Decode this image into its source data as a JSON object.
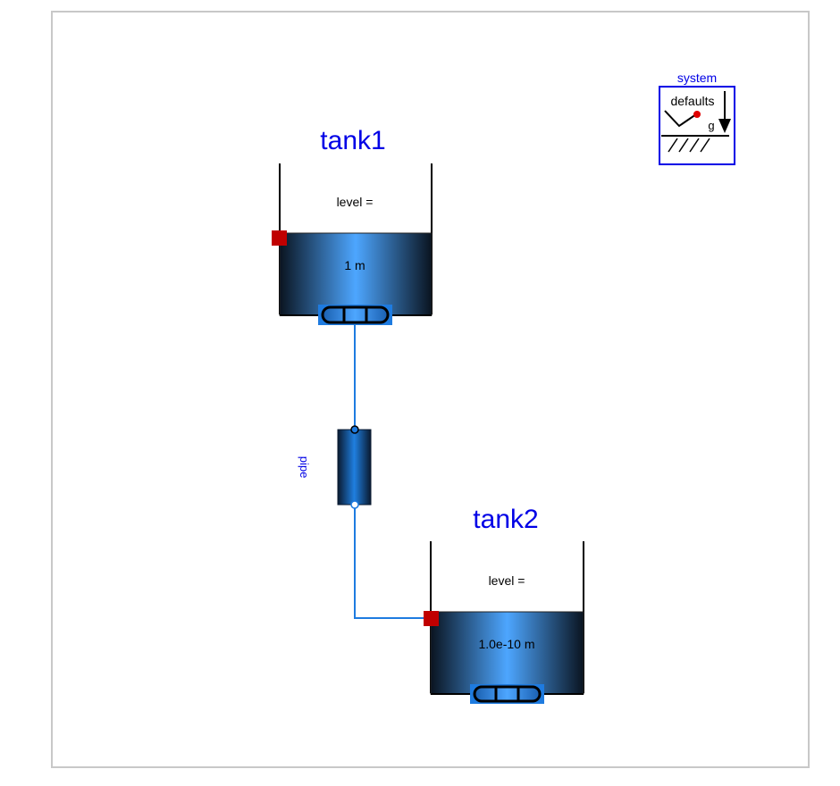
{
  "diagram": {
    "system": {
      "name": "system",
      "inner_label": "defaults",
      "gravity_label": "g"
    },
    "tank1": {
      "name": "tank1",
      "level_label": "level =",
      "level_value": "1 m"
    },
    "tank2": {
      "name": "tank2",
      "level_label": "level =",
      "level_value": "1.0e-10 m"
    },
    "pipe": {
      "name": "pipe"
    },
    "colors": {
      "label_blue": "#0000e6",
      "connection_blue": "#1e7be0",
      "port_red": "#c00000",
      "frame_gray": "#c8c8c8"
    }
  }
}
